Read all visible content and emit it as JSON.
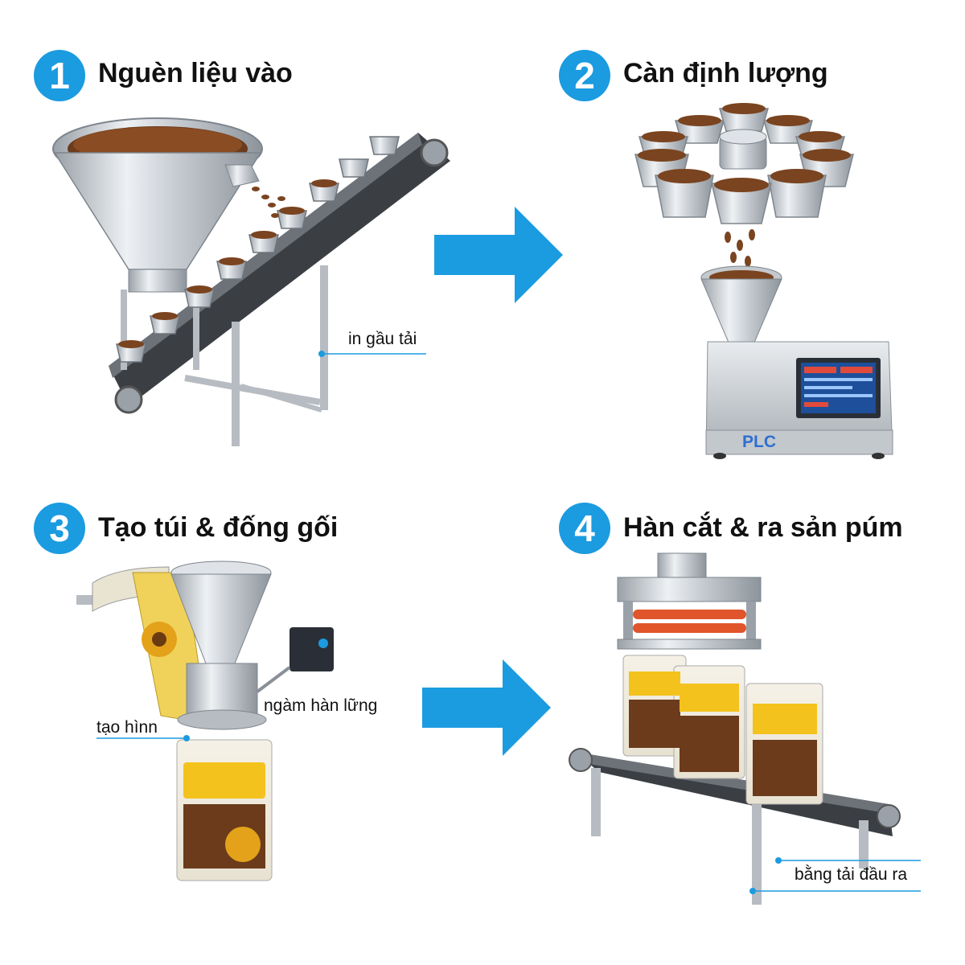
{
  "steps": [
    {
      "number": "1",
      "title": "Nguèn liệu vào"
    },
    {
      "number": "2",
      "title": "Càn định lượng"
    },
    {
      "number": "3",
      "title": "Tạo túi & đống gối"
    },
    {
      "number": "4",
      "title": "Hàn cắt & ra sản púm"
    }
  ],
  "callouts": {
    "bucket_conveyor": "in gầu tải",
    "plc": "PLC",
    "forming": "tạo hìnn",
    "sealing_jaw": "ngàm hàn lững",
    "output_conveyor": "bằng tải đầu ra"
  },
  "colors": {
    "accent": "#1b9be0",
    "steel": "#c9ced4",
    "grain": "#7a4420",
    "bag_label": "#f3c21d"
  }
}
